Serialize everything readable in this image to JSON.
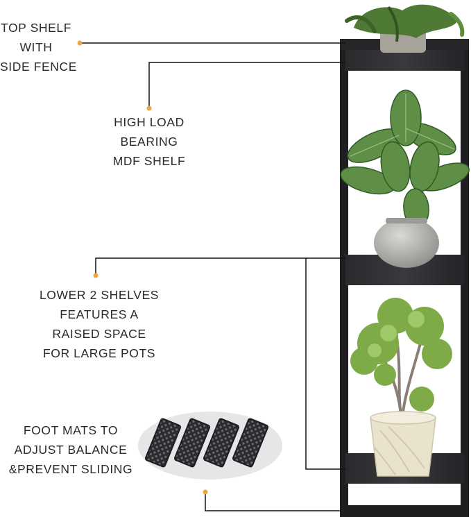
{
  "callouts": {
    "top_shelf": [
      "TOP SHELF",
      "WITH",
      "SIDE FENCE"
    ],
    "mdf_shelf": [
      "HIGH LOAD",
      "BEARING",
      "MDF SHELF"
    ],
    "lower_shelves": [
      "LOWER 2 SHELVES",
      "FEATURES A",
      "RAISED SPACE",
      "FOR LARGE POTS"
    ],
    "foot_mats": [
      "FOOT MATS TO",
      "ADJUST BALANCE",
      "&PREVENT SLIDING"
    ]
  },
  "colors": {
    "accent_dot": "#f0a640",
    "leader_line": "#111111",
    "shelf_frame": "#1f1f22",
    "mat_ellipse": "#e6e6e8",
    "mat": "#2b2b2e"
  }
}
